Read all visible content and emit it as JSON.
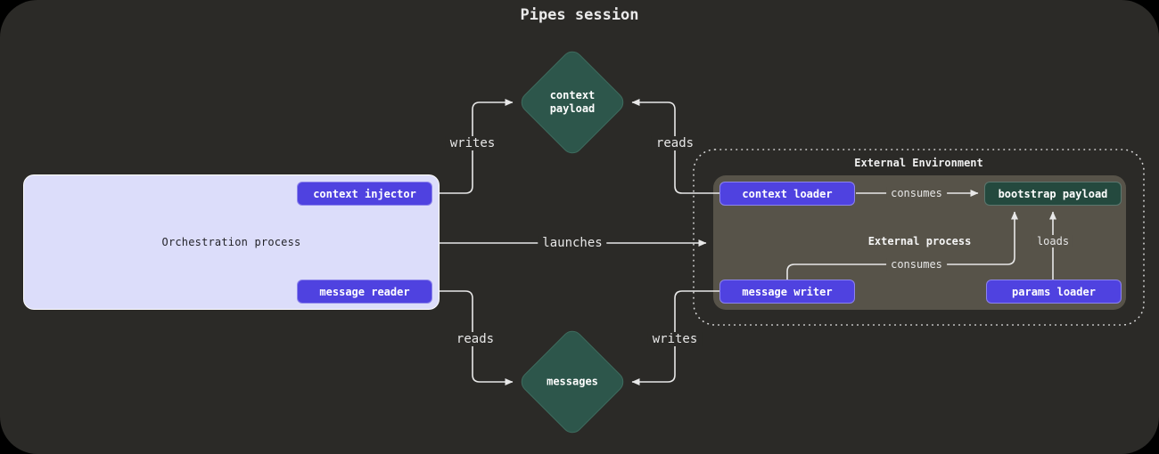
{
  "title": "Pipes session",
  "colors": {
    "canvas_background": "#2b2a27",
    "outside_background": "#000000",
    "diamond_green": "#2d564b",
    "chip_purple": "#4f42e0",
    "chip_green": "#24493e",
    "orchestration_fill": "#dcddfa",
    "external_process_fill": "#575349",
    "edge_line": "#e8e8e8",
    "text_light": "#eaeaea",
    "text_dark": "#24242a"
  },
  "nodes": {
    "context_payload": {
      "label": "context\npayload",
      "shape": "diamond"
    },
    "messages": {
      "label": "messages",
      "shape": "diamond"
    },
    "orchestration": {
      "label": "Orchestration process",
      "shape": "box"
    },
    "context_injector": {
      "label": "context injector",
      "shape": "chip"
    },
    "message_reader": {
      "label": "message reader",
      "shape": "chip"
    },
    "external_environment": {
      "label": "External Environment",
      "shape": "dashed-region"
    },
    "external_process": {
      "label": "External process",
      "shape": "box"
    },
    "context_loader": {
      "label": "context loader",
      "shape": "chip"
    },
    "message_writer": {
      "label": "message writer",
      "shape": "chip"
    },
    "bootstrap_payload": {
      "label": "bootstrap payload",
      "shape": "chip-green"
    },
    "params_loader": {
      "label": "params loader",
      "shape": "chip"
    }
  },
  "edges": [
    {
      "label": "writes",
      "from": "context injector",
      "to": "context payload"
    },
    {
      "label": "reads",
      "from": "context loader",
      "to": "context payload"
    },
    {
      "label": "launches",
      "from": "Orchestration process",
      "to": "External Environment"
    },
    {
      "label": "reads",
      "from": "message reader",
      "to": "messages"
    },
    {
      "label": "writes",
      "from": "message writer",
      "to": "messages"
    },
    {
      "label": "consumes",
      "from": "context loader",
      "to": "bootstrap payload"
    },
    {
      "label": "consumes",
      "from": "message writer",
      "to": "bootstrap payload"
    },
    {
      "label": "loads",
      "from": "params loader",
      "to": "bootstrap payload"
    }
  ]
}
